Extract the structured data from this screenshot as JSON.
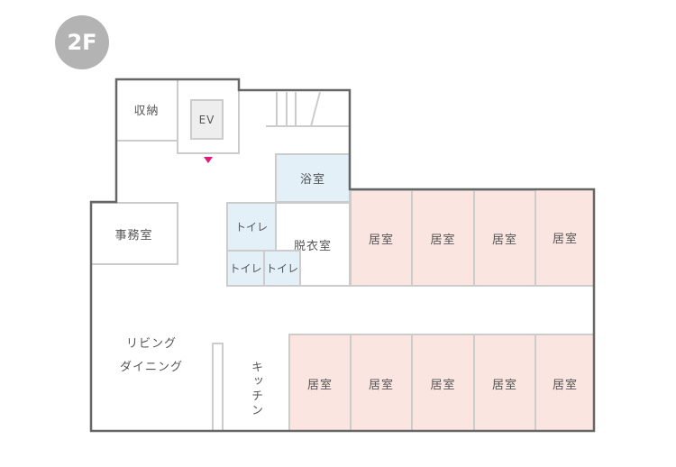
{
  "floor_label": "2F",
  "rooms": {
    "storage": "収納",
    "elevator": "EV",
    "bath": "浴室",
    "office": "事務室",
    "toilet_1": "トイレ",
    "toilet_2": "トイレ",
    "toilet_3": "トイレ",
    "dressing": "脱衣室",
    "living_line1": "リビング",
    "living_line2": "ダイニング",
    "kitchen": "キッチン",
    "residential_top": [
      "居室",
      "居室",
      "居室",
      "居室"
    ],
    "residential_bottom": [
      "居室",
      "居室",
      "居室",
      "居室",
      "居室"
    ]
  },
  "colors": {
    "wall": "#666666",
    "residential": "#fbe5e1",
    "wet_area": "#e3f0f8",
    "entrance_marker": "#e0197d",
    "badge": "#b3b3b3"
  }
}
